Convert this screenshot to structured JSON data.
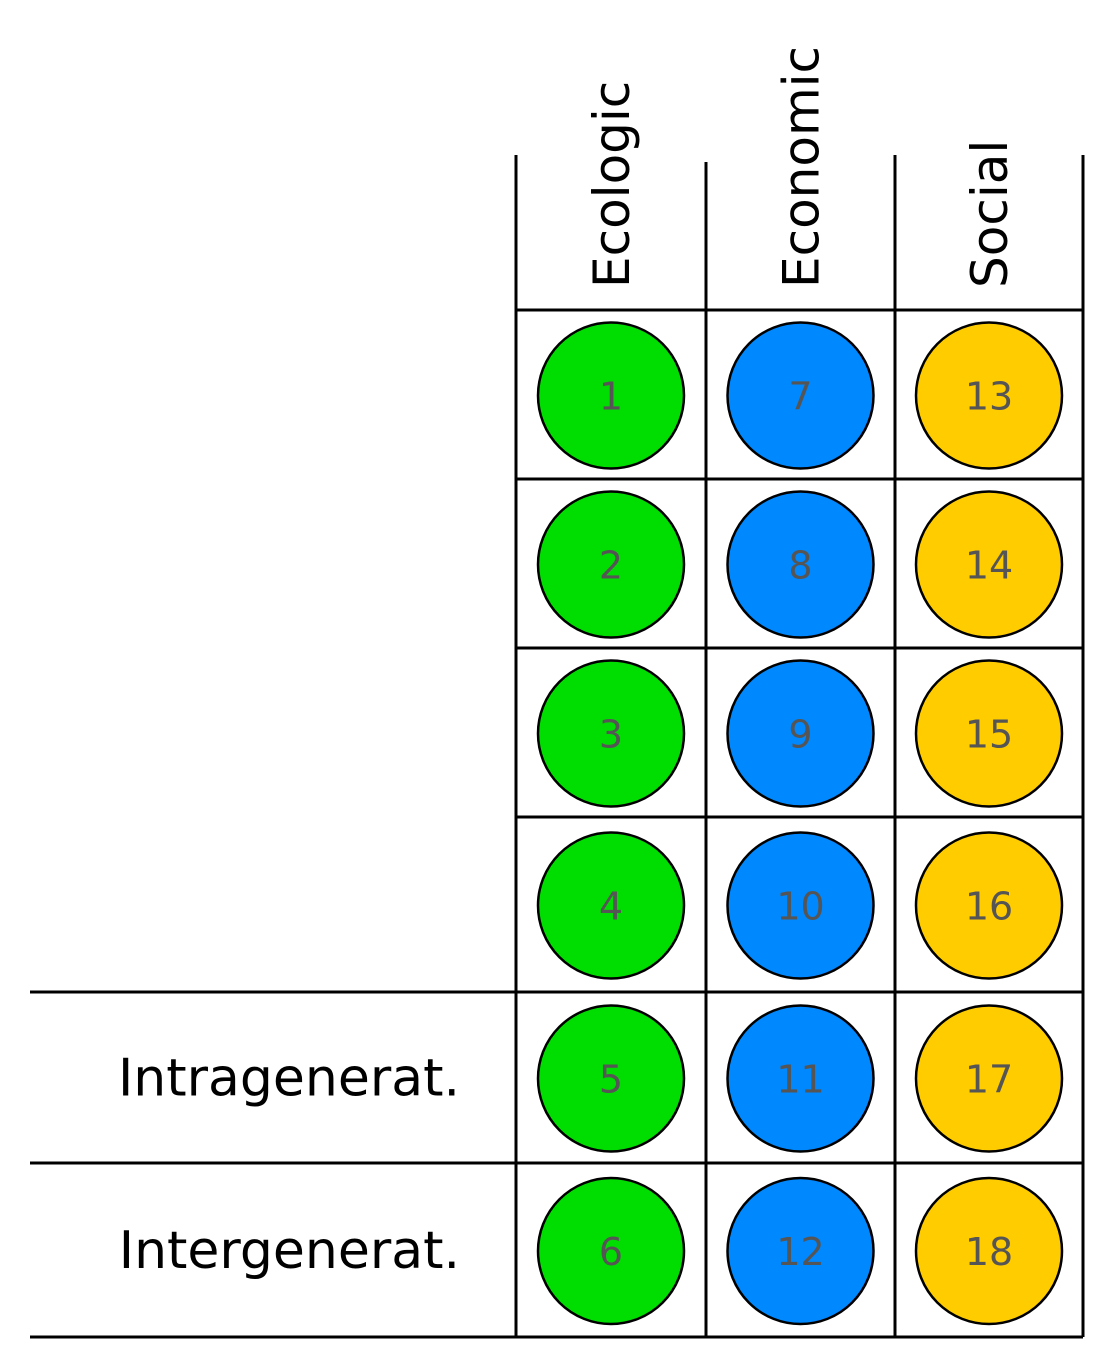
{
  "columns": [
    {
      "label": "Ecologic",
      "color": "#00DD00"
    },
    {
      "label": "Economic",
      "color": "#0088FF"
    },
    {
      "label": "Social",
      "color": "#FFCC00"
    }
  ],
  "rows": [
    {
      "label": "",
      "cells": [
        "1",
        "7",
        "13"
      ]
    },
    {
      "label": "",
      "cells": [
        "2",
        "8",
        "14"
      ]
    },
    {
      "label": "",
      "cells": [
        "3",
        "9",
        "15"
      ]
    },
    {
      "label": "",
      "cells": [
        "4",
        "10",
        "16"
      ]
    },
    {
      "label": "Intragenerat.",
      "cells": [
        "5",
        "11",
        "17"
      ]
    },
    {
      "label": "Intergenerat.",
      "cells": [
        "6",
        "12",
        "18"
      ]
    }
  ]
}
